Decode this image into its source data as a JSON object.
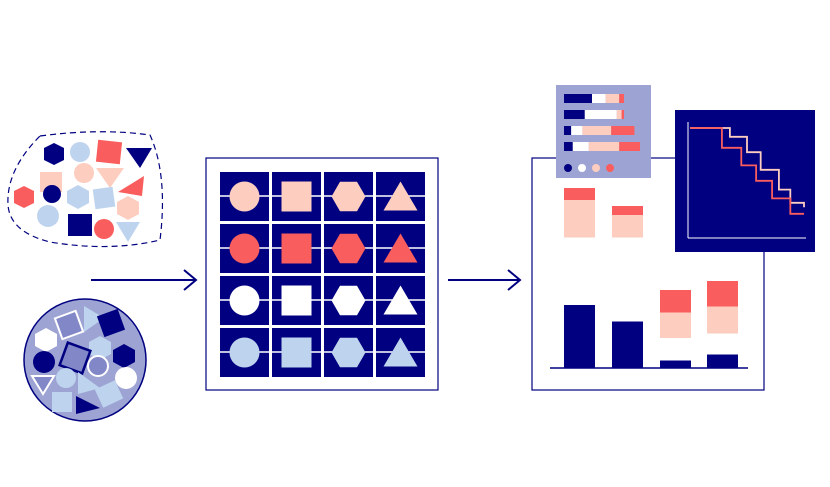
{
  "colors": {
    "navy": "#000080",
    "coral": "#f95d5d",
    "peach": "#fdcdc0",
    "light_blue": "#bed4ee",
    "lavender": "#9da4d3",
    "mid_purple": "#8287c7",
    "white": "#ffffff"
  },
  "grid": {
    "row_colors": [
      "peach",
      "coral",
      "white",
      "light_blue"
    ],
    "column_shapes": [
      "circle",
      "square",
      "hexagon",
      "triangle"
    ]
  },
  "stacked_bars": [
    {
      "navy": 0.42,
      "gap": 0.45,
      "peach": 0.25,
      "coral": 0.08
    },
    {
      "navy": 0.31,
      "gap": 0.56,
      "peach": 0.15,
      "coral": 0.06
    },
    {
      "navy": 0.05,
      "gap": 0.15,
      "peach": 0.17,
      "coral": 0.15
    },
    {
      "navy": 0.09,
      "gap": 0.14,
      "peach": 0.18,
      "coral": 0.17
    }
  ],
  "bar_list": [
    {
      "navy": 0.35,
      "white": 0.17,
      "peach": 0.17,
      "coral": 0.06
    },
    {
      "navy": 0.26,
      "white": 0.4,
      "peach": 0.06,
      "coral": 0.03
    },
    {
      "navy": 0.09,
      "white": 0.14,
      "peach": 0.36,
      "coral": 0.29
    },
    {
      "navy": 0.11,
      "white": 0.2,
      "peach": 0.38,
      "coral": 0.26
    }
  ],
  "legend_dots": [
    "navy",
    "white",
    "peach",
    "coral"
  ],
  "step_curves": [
    {
      "color": "peach",
      "steps": [
        [
          0,
          1.0
        ],
        [
          0.35,
          0.92
        ],
        [
          0.5,
          0.78
        ],
        [
          0.62,
          0.62
        ],
        [
          0.78,
          0.44
        ],
        [
          0.88,
          0.32
        ],
        [
          1.0,
          0.28
        ]
      ]
    },
    {
      "color": "coral",
      "steps": [
        [
          0,
          1.0
        ],
        [
          0.28,
          0.82
        ],
        [
          0.45,
          0.66
        ],
        [
          0.58,
          0.52
        ],
        [
          0.72,
          0.36
        ],
        [
          0.88,
          0.22
        ],
        [
          1.0,
          0.22
        ]
      ]
    }
  ]
}
